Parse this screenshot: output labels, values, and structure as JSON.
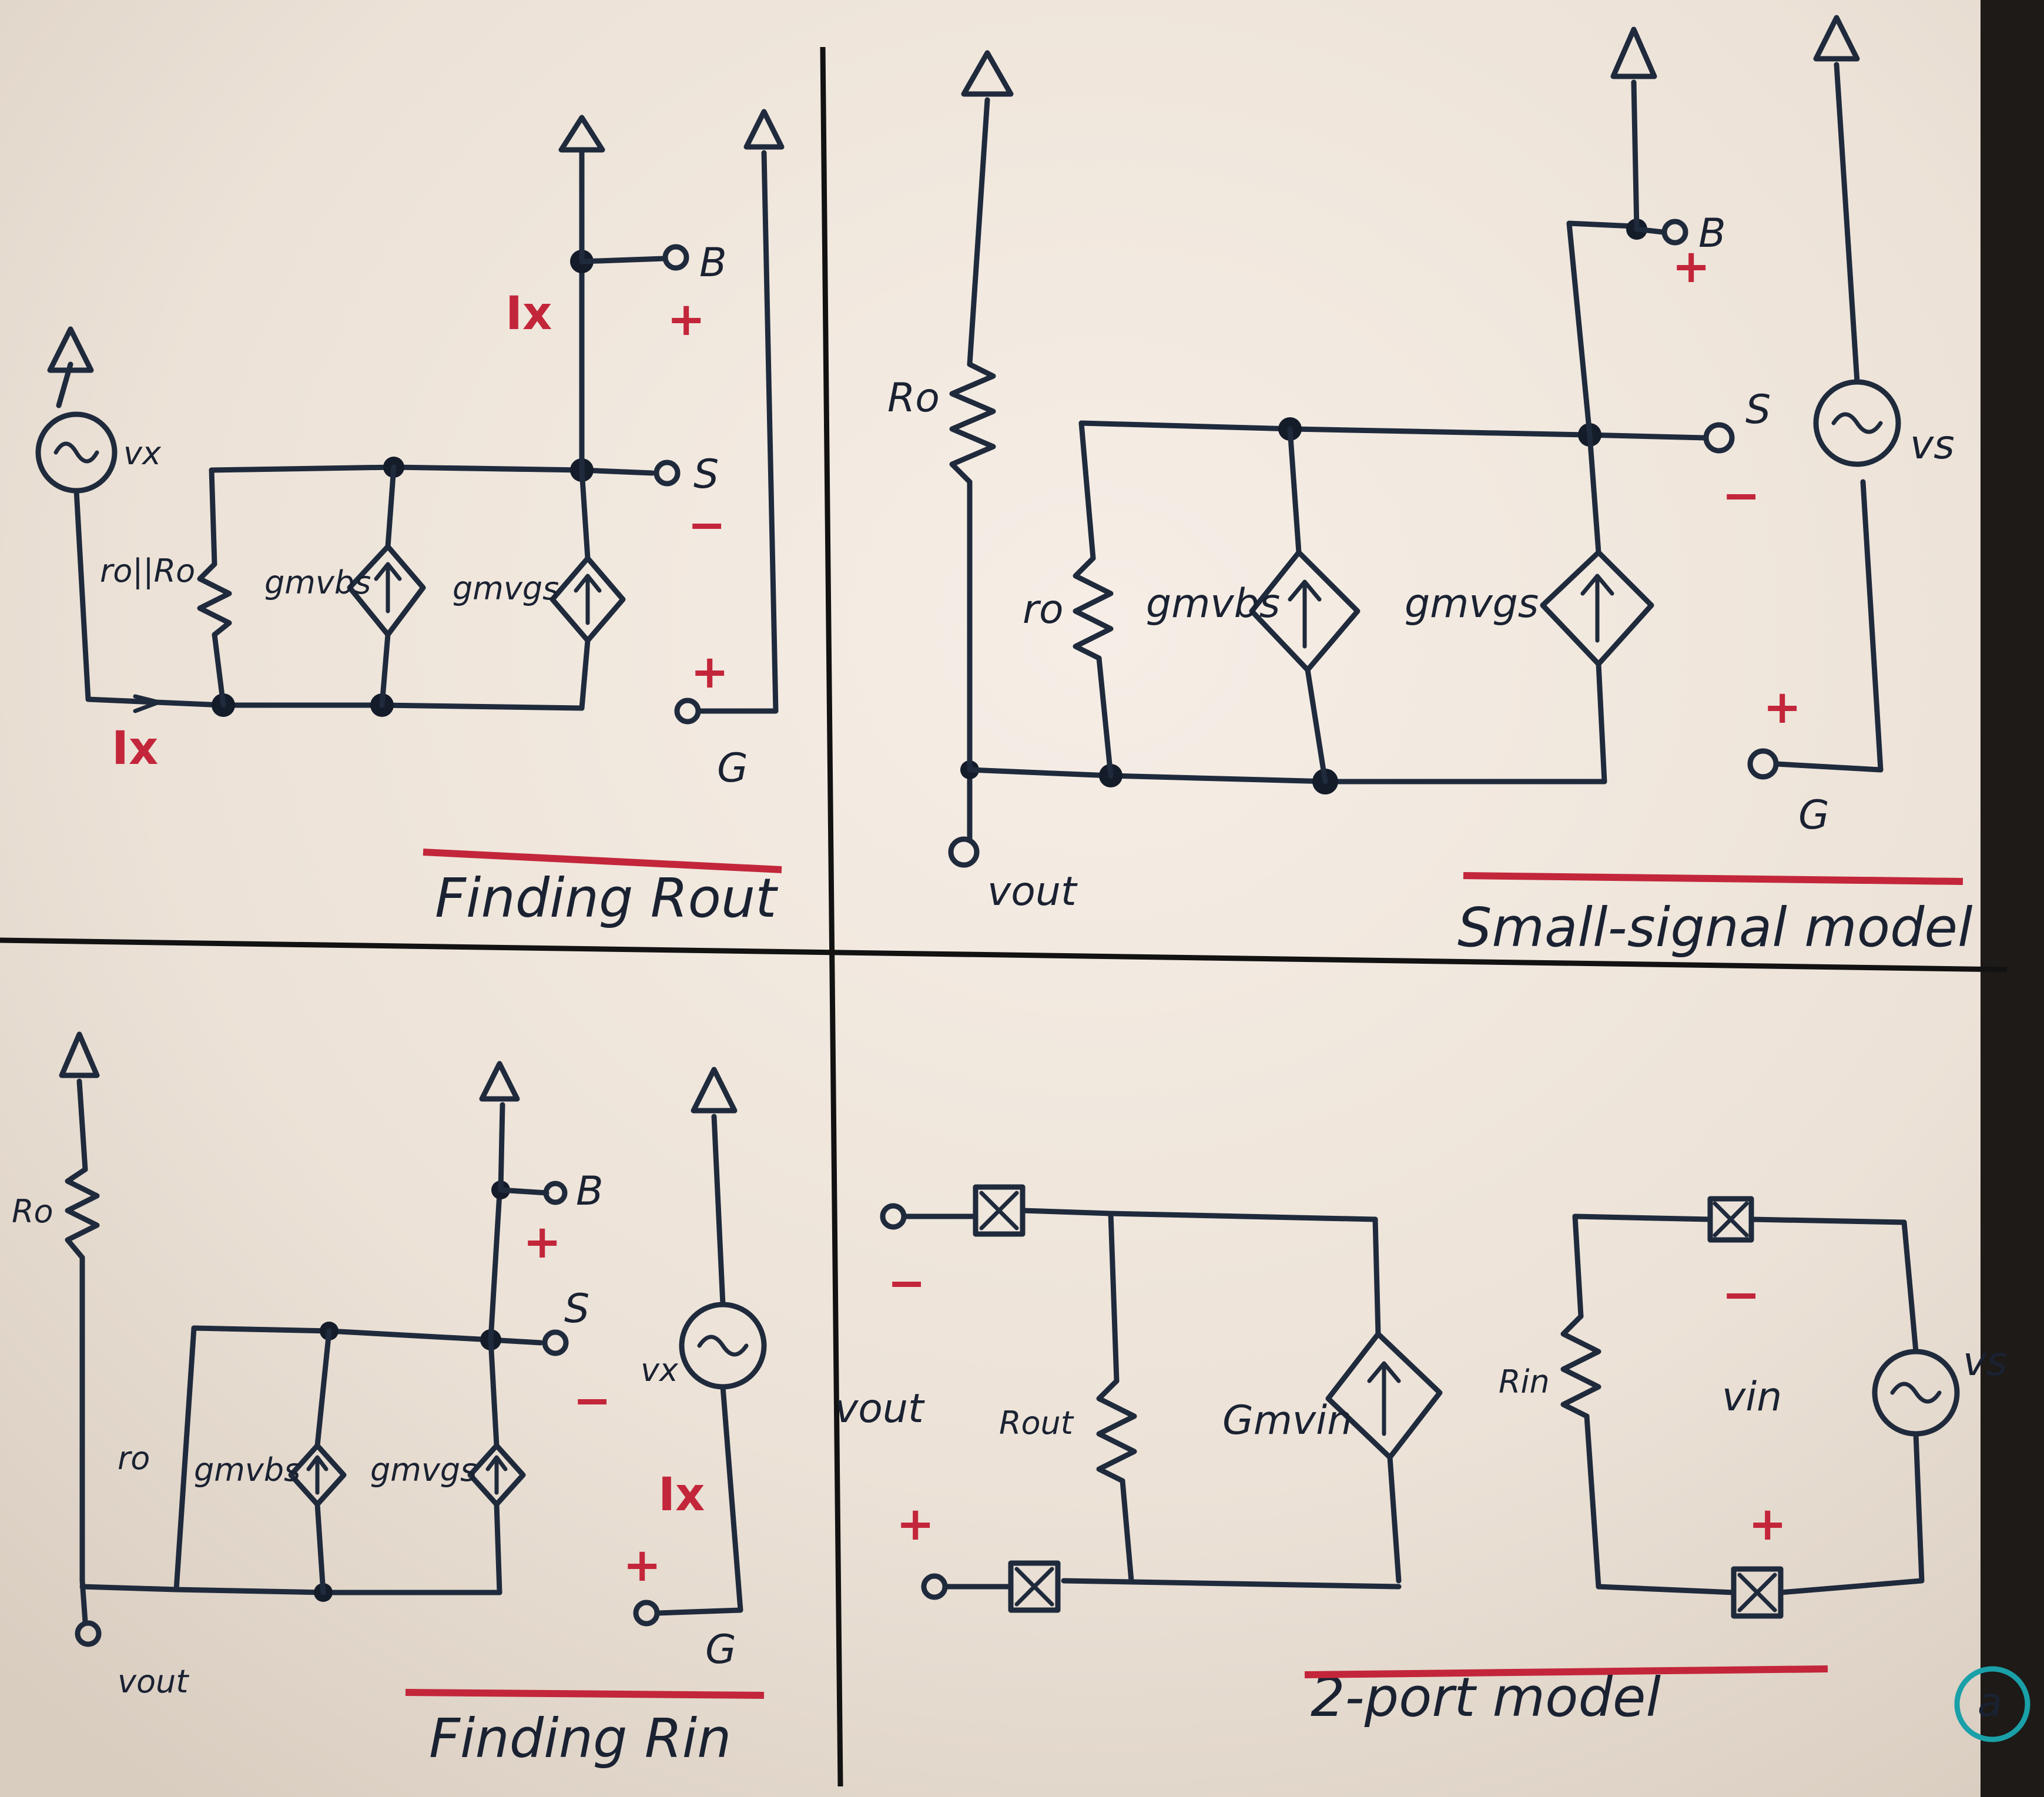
{
  "panels": {
    "small_signal": {
      "title": "Small-signal model",
      "nodes": {
        "gate": "G",
        "source": "S",
        "body": "B"
      },
      "labels": {
        "vs": "vs",
        "ro": "ro",
        "Ro": "Ro",
        "vout": "vout",
        "gm_vgs": "gmvgs",
        "gm_vbs": "gmvbs"
      },
      "signs": {
        "gate": "+",
        "source": "−",
        "body": "+"
      }
    },
    "finding_rout": {
      "title": "Finding Rout",
      "nodes": {
        "gate": "G",
        "source": "S",
        "body": "B"
      },
      "labels": {
        "vx": "vx",
        "ix_in": "Ix",
        "ix": "Ix",
        "ro_par": "ro||Ro",
        "gm_vgs": "gmvgs",
        "gm_vbs": "gmvbs"
      },
      "signs": {
        "gate": "+",
        "source": "−",
        "body": "+"
      }
    },
    "two_port": {
      "title": "2-port model",
      "circle_label": "a",
      "labels": {
        "vs": "vs",
        "vin": "vin",
        "Rin": "Rin",
        "Gm_vin": "Gmvin",
        "Rout": "Rout",
        "vout": "vout"
      },
      "signs": {
        "in_plus": "+",
        "in_minus": "−",
        "out_plus": "+",
        "out_minus": "−"
      }
    },
    "finding_rin": {
      "title": "Finding Rin",
      "nodes": {
        "gate": "G",
        "source": "S",
        "body": "B"
      },
      "labels": {
        "vx": "vx",
        "ix": "Ix",
        "ro": "ro",
        "Ro": "Ro",
        "vout": "vout",
        "gm_vgs": "gmvgs",
        "gm_vbs": "gmvbs"
      },
      "signs": {
        "gate": "+",
        "source": "−",
        "body": "+"
      }
    }
  },
  "colors": {
    "ink": "#1f2a3c",
    "marker_red": "#c3263a",
    "circle_teal": "#1aa0a8",
    "board": "#efe6dc"
  }
}
